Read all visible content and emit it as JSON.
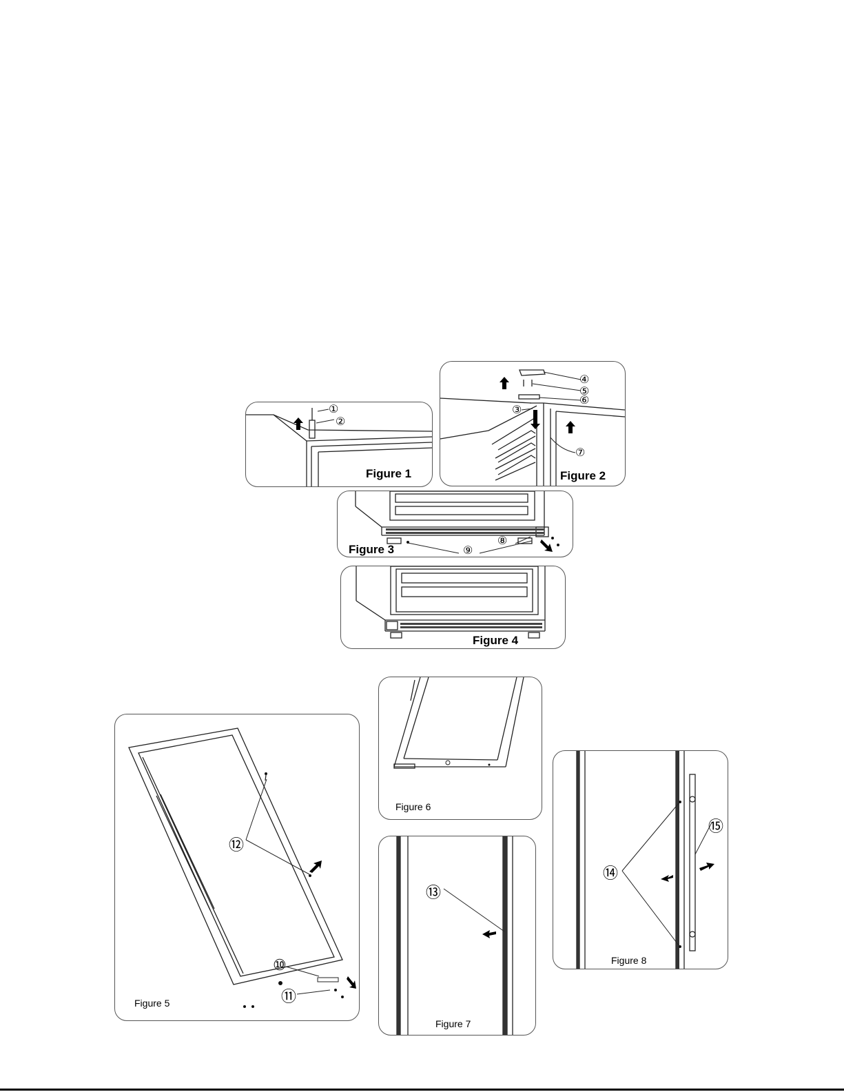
{
  "figures": {
    "figure1": {
      "label": "Figure 1",
      "callouts": [
        "①",
        "②"
      ]
    },
    "figure2": {
      "label": "Figure 2",
      "callouts": [
        "③",
        "④",
        "⑤",
        "⑥",
        "⑦"
      ]
    },
    "figure3": {
      "label": "Figure 3",
      "callouts": [
        "⑧",
        "⑨"
      ]
    },
    "figure4": {
      "label": "Figure 4"
    },
    "figure5": {
      "label": "Figure 5",
      "callouts": [
        "⑩",
        "⑪",
        "⑫"
      ]
    },
    "figure6": {
      "label": "Figure 6"
    },
    "figure7": {
      "label": "Figure 7",
      "callouts": [
        "⑬"
      ]
    },
    "figure8": {
      "label": "Figure 8",
      "callouts": [
        "⑭",
        "⑮"
      ]
    }
  }
}
